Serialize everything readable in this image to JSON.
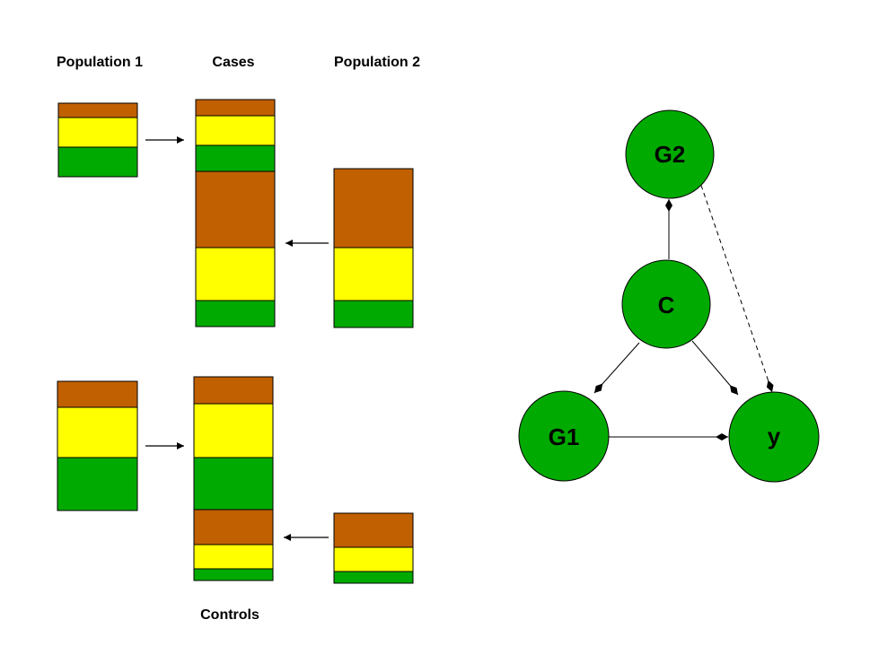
{
  "labels": {
    "population1": "Population 1",
    "cases": "Cases",
    "population2": "Population 2",
    "controls": "Controls"
  },
  "colors": {
    "brown": "#c06000",
    "yellow": "#ffff00",
    "green": "#00aa00",
    "node": "#00aa00"
  },
  "nodes": {
    "g2": "G2",
    "c": "C",
    "g1": "G1",
    "y": "y"
  },
  "edges": [
    {
      "from": "C",
      "to": "G2",
      "style": "solid"
    },
    {
      "from": "C",
      "to": "G1",
      "style": "solid"
    },
    {
      "from": "C",
      "to": "y",
      "style": "solid"
    },
    {
      "from": "G1",
      "to": "y",
      "style": "solid"
    },
    {
      "from": "G2",
      "to": "y",
      "style": "dashed"
    }
  ]
}
